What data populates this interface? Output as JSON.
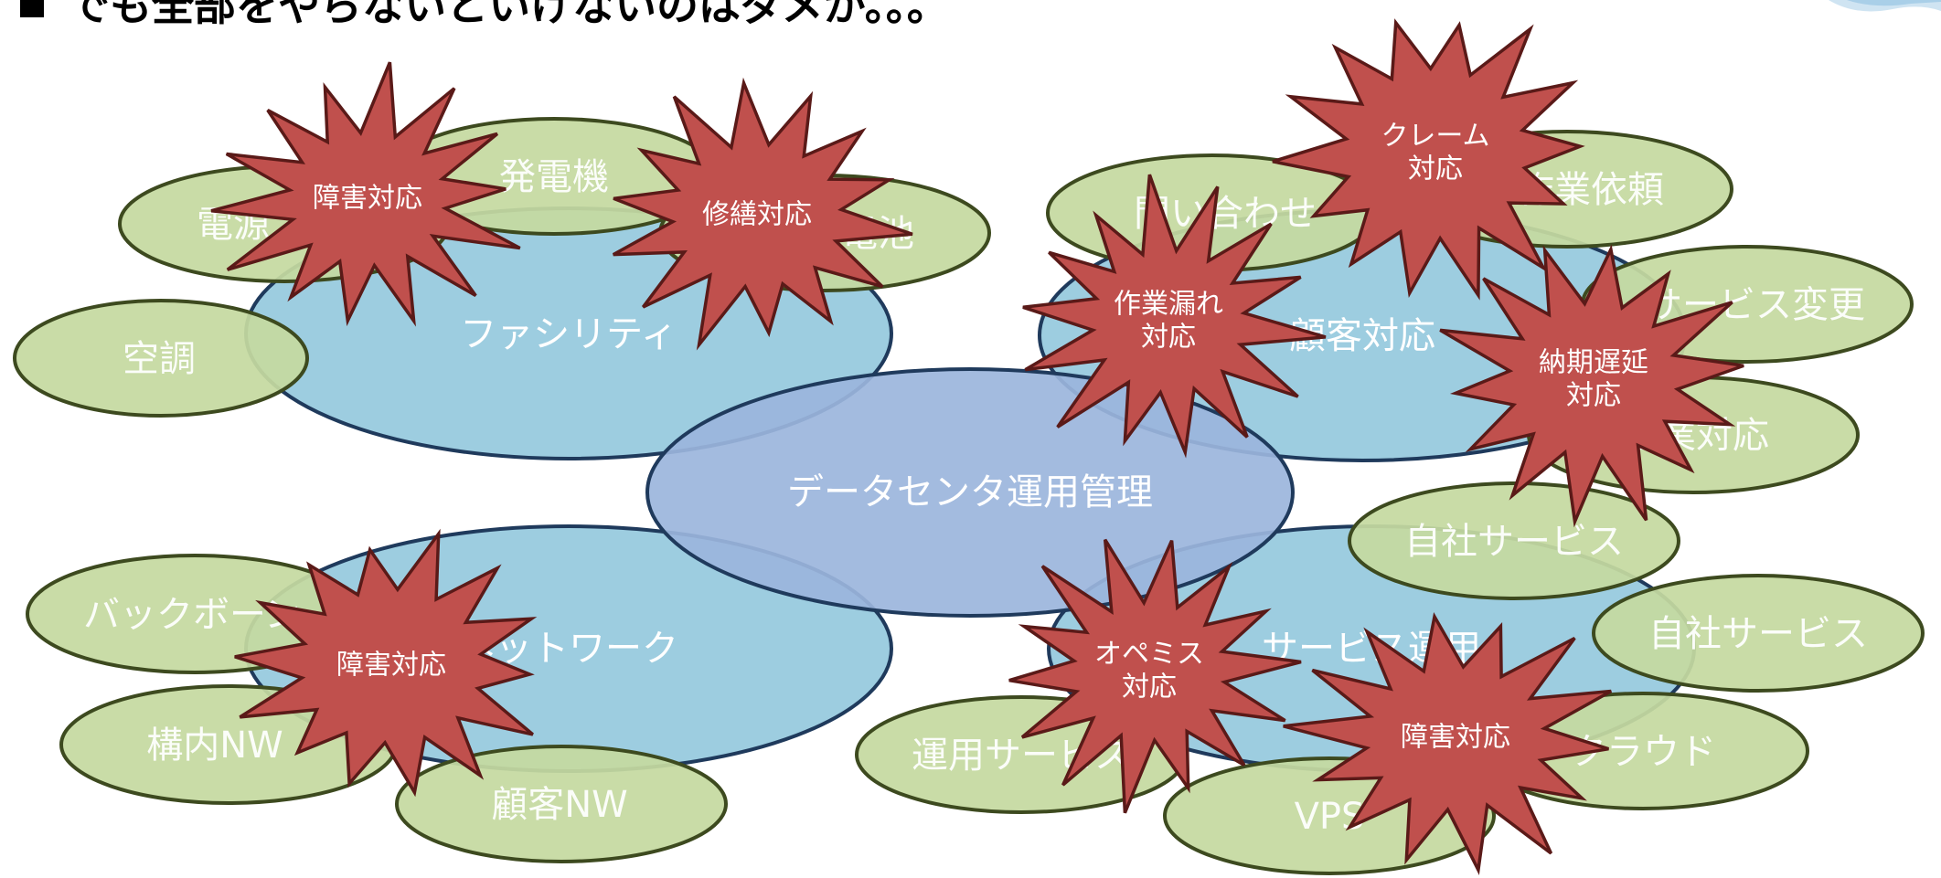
{
  "title": "でも全部をやらないといけないのはダメか。。。",
  "colors": {
    "green_fill": "#c5d9a0",
    "green_stroke": "#3d4a1f",
    "blue_fill": "#9dcde0",
    "blue_stroke": "#1f3a5c",
    "center_fill": "#9bb5dc",
    "star_fill": "#c0504d",
    "star_stroke": "#5a1a18",
    "label_color": "#ffffff"
  },
  "center": {
    "label": "データセンタ運用管理"
  },
  "domains": {
    "facility": "ファシリティ",
    "customer": "顧客対応",
    "network": "ネットワーク",
    "service": "サービス運用"
  },
  "items": {
    "power": "電源",
    "generator": "発電機",
    "battery": "蓄電池",
    "aircon": "空調",
    "inquiry": "問い合わせ",
    "work_request": "作業依頼",
    "service_change": "サービス変更",
    "sales": "営業対応",
    "backbone": "バックボーン",
    "campus_nw": "構内NW",
    "customer_nw": "顧客NW",
    "own_service_1": "自社サービス",
    "own_service_2": "自社サービス",
    "cloud": "クラウド",
    "ops_service": "運用サービス",
    "vps": "VPS"
  },
  "alerts": {
    "facility_failure": "障害対応",
    "repair": "修繕対応",
    "claim_1": "クレーム",
    "claim_2": "対応",
    "work_miss_1": "作業漏れ",
    "work_miss_2": "対応",
    "delivery_delay_1": "納期遅延",
    "delivery_delay_2": "対応",
    "network_failure": "障害対応",
    "op_miss_1": "オペミス",
    "op_miss_2": "対応",
    "service_failure": "障害対応"
  }
}
